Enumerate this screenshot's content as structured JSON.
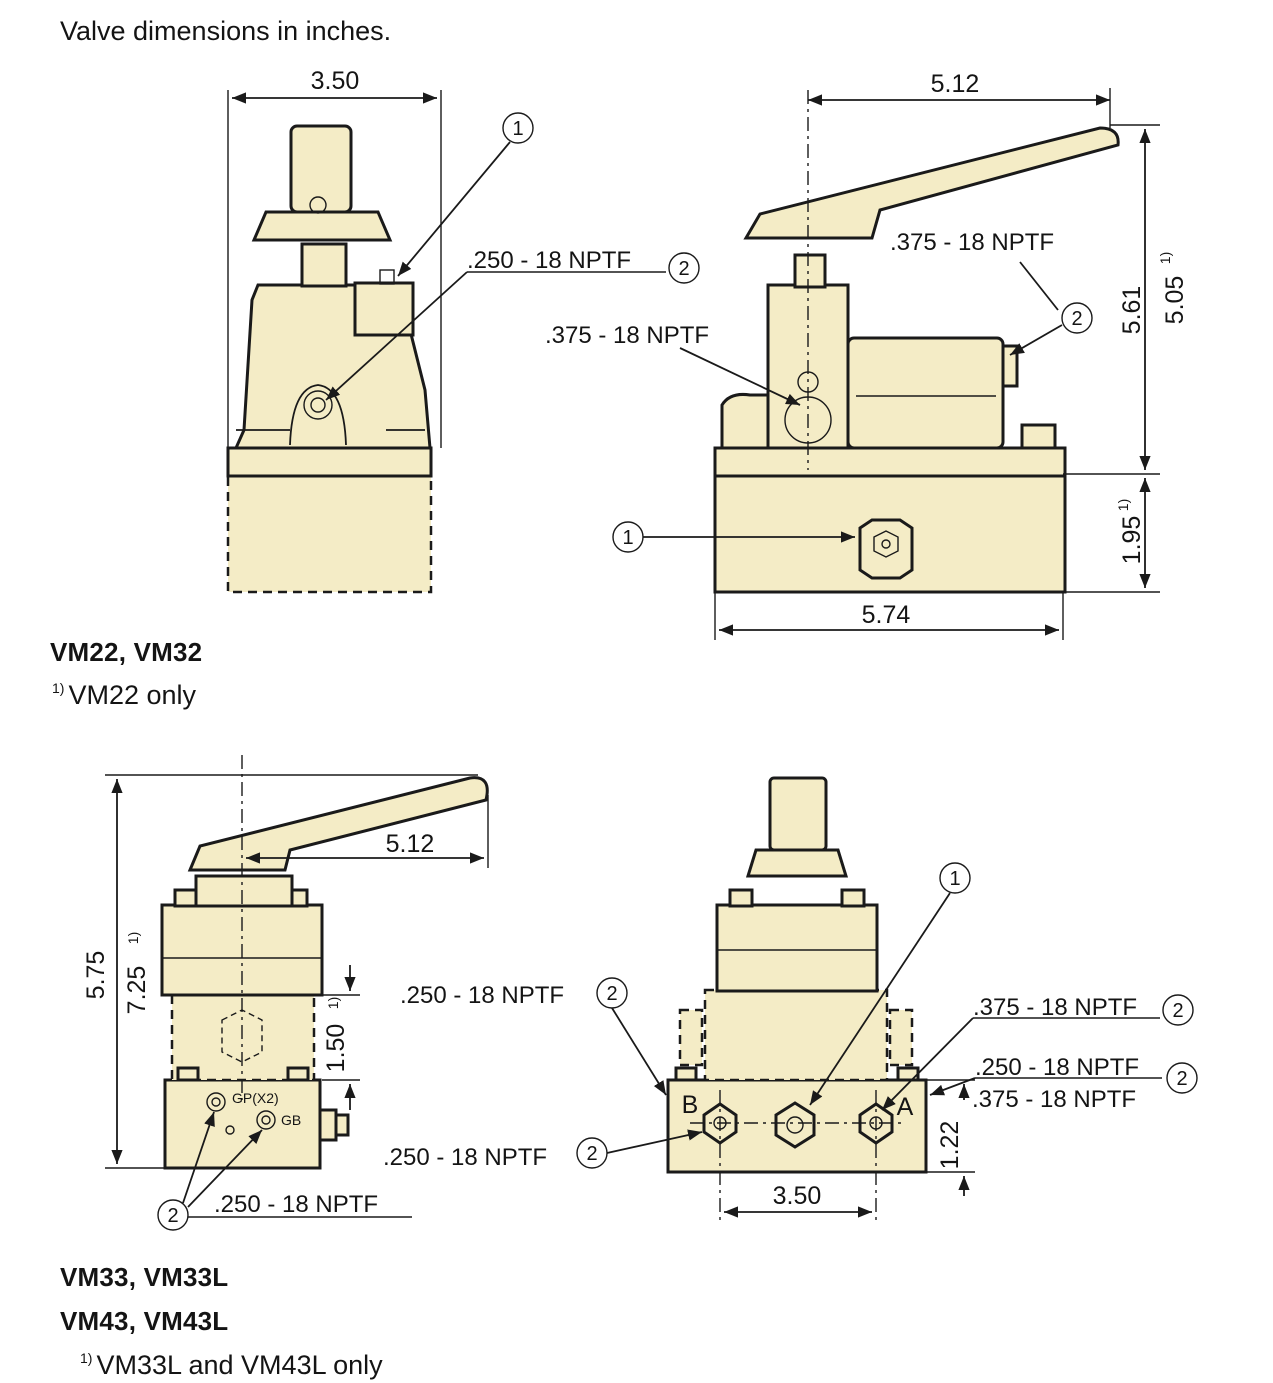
{
  "heading": "Valve dimensions in inches.",
  "section1": {
    "models": "VM22, VM32",
    "note_mark": "1)",
    "note_text": "VM22 only",
    "dims": {
      "front_width": "3.50",
      "lever_reach": "5.12",
      "base_width": "5.74",
      "height_total": "5.61",
      "height_alt": "5.05",
      "base_height": "1.95",
      "sup": "1)"
    },
    "callouts": {
      "port_250": ".250 - 18 NPTF",
      "port_375_left": ".375 - 18 NPTF",
      "port_375_right": ".375 - 18 NPTF",
      "c1": "1",
      "c2": "2"
    }
  },
  "section2": {
    "models_a": "VM33, VM33L",
    "models_b": "VM43, VM43L",
    "note_mark": "1)",
    "note_text": "VM33L and VM43L only",
    "dims": {
      "lever_reach": "5.12",
      "height_total": "5.75",
      "height_alt": "7.25",
      "sup": "1)",
      "spacer_height": "1.50",
      "port_spacing": "3.50",
      "base_height": "1.22"
    },
    "callouts": {
      "port_250_left": ".250 - 18 NPTF",
      "port_375_top": ".375 - 18 NPTF",
      "port_250_right": ".250 - 18 NPTF",
      "port_375_right": ".375 - 18 NPTF",
      "port_250_bottom": ".250 - 18 NPTF",
      "port_250_gauge": ".250 - 18 NPTF",
      "gp": "GP(X2)",
      "gb": "GB",
      "port_a": "A",
      "port_b": "B",
      "c1": "1",
      "c2": "2"
    }
  }
}
